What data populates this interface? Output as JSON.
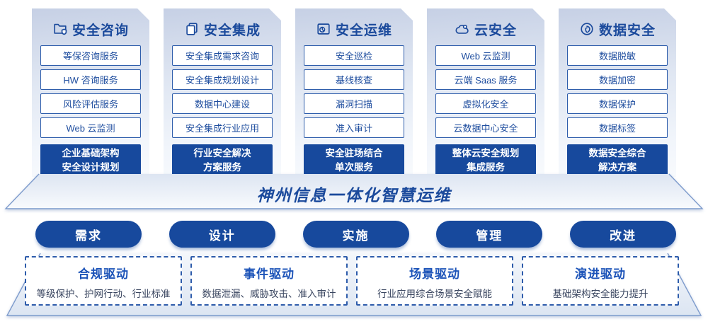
{
  "colors": {
    "primary_blue": "#17499d",
    "title_text": "#1b4a9c",
    "item_border": "#2e5dab",
    "driver_title": "#1c53b8",
    "driver_desc": "#3a4660"
  },
  "columns": [
    {
      "title": "安全咨询",
      "icon": "folder-shield-icon",
      "items": [
        "等保咨询服务",
        "HW 咨询服务",
        "风险评估服务",
        "Web 云监测"
      ],
      "footer": "企业基础架构\n安全设计规划"
    },
    {
      "title": "安全集成",
      "icon": "documents-copy-icon",
      "items": [
        "安全集成需求咨询",
        "安全集成规划设计",
        "数据中心建设",
        "安全集成行业应用"
      ],
      "footer": "行业安全解决\n方案服务"
    },
    {
      "title": "安全运维",
      "icon": "folder-clock-icon",
      "items": [
        "安全巡检",
        "基线核查",
        "漏洞扫描",
        "准入审计"
      ],
      "footer": "安全驻场结合\n单次服务"
    },
    {
      "title": "云安全",
      "icon": "cloud-security-icon",
      "items": [
        "Web 云监测",
        "云端 Saas 服务",
        "虚拟化安全",
        "云数据中心安全"
      ],
      "footer": "整体云安全规划\n集成服务"
    },
    {
      "title": "数据安全",
      "icon": "fingerprint-icon",
      "items": [
        "数据脱敏",
        "数据加密",
        "数据保护",
        "数据标签"
      ],
      "footer": "数据安全综合\n解决方案"
    }
  ],
  "banner": {
    "title": "神州信息一体化智慧运维"
  },
  "process_pills": [
    "需求",
    "设计",
    "实施",
    "管理",
    "改进"
  ],
  "drivers": [
    {
      "title": "合规驱动",
      "desc": "等级保护、护网行动、行业标准"
    },
    {
      "title": "事件驱动",
      "desc": "数据泄漏、威胁攻击、准入审计"
    },
    {
      "title": "场景驱动",
      "desc": "行业应用综合场景安全赋能"
    },
    {
      "title": "演进驱动",
      "desc": "基础架构安全能力提升"
    }
  ]
}
